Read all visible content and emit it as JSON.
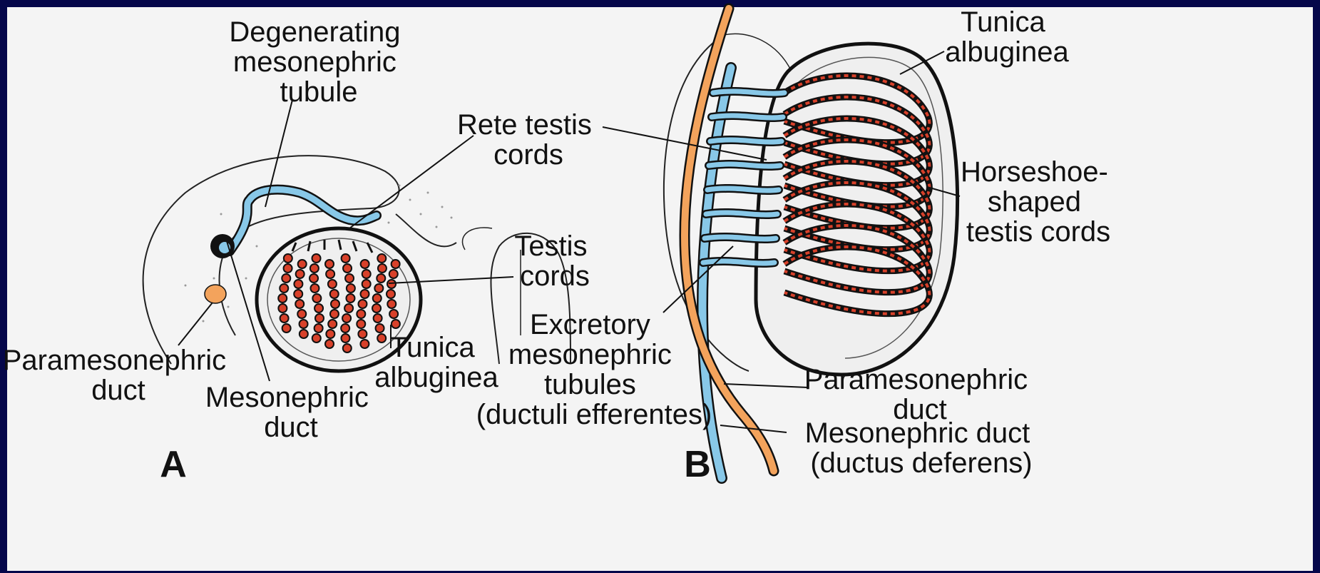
{
  "panel_a": {
    "letter": "A",
    "labels": {
      "degenerating": [
        "Degenerating",
        "mesonephric",
        "tubule"
      ],
      "rete": [
        "Rete testis",
        "cords"
      ],
      "testis_cords": [
        "Testis",
        "cords"
      ],
      "tunica": [
        "Tunica",
        "albuginea"
      ],
      "paramesonephric": [
        "Paramesonephric",
        "duct"
      ],
      "mesonephric": [
        "Mesonephric",
        "duct"
      ]
    }
  },
  "panel_b": {
    "letter": "B",
    "labels": {
      "tunica": [
        "Tunica",
        "albuginea"
      ],
      "horseshoe": [
        "Horseshoe-",
        "shaped",
        "testis cords"
      ],
      "excretory": [
        "Excretory",
        "mesonephric",
        "tubules",
        "(ductuli efferentes)"
      ],
      "paramesonephric": [
        "Paramesonephric",
        "duct"
      ],
      "mesonephric": [
        "Mesonephric duct",
        "(ductus deferens)"
      ]
    }
  },
  "colors": {
    "background_border": "#05074a",
    "panel": "#f4f4f4",
    "mesonephric_blue": "#88c8e8",
    "paramesonephric_orange": "#f3a35c",
    "cord_red": "#d8412a",
    "outline": "#111111"
  }
}
